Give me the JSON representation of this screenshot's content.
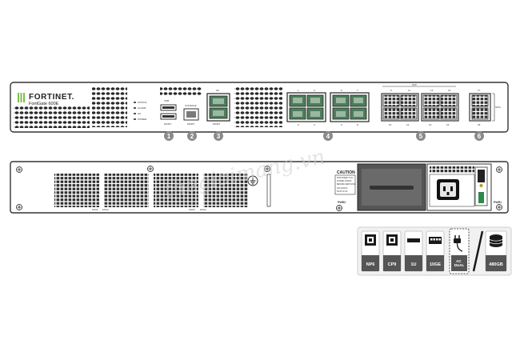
{
  "front": {
    "brand": "FORTINET.",
    "model": "FortiGate 600E",
    "leds": [
      "STATUS",
      "ALARM",
      "HA",
      "POWER"
    ],
    "usb_label": "USB",
    "console_label": "CONSOLE",
    "console_sub": "MGMT",
    "ha_label": "HA",
    "mgmt_label": "MGMT",
    "port_nums_a": [
      "1",
      "3",
      "2",
      "4"
    ],
    "port_nums_b": [
      "5",
      "7",
      "6",
      "8"
    ],
    "sfp_label": "SFP",
    "sfp_nums": [
      "9",
      "11",
      "13",
      "15",
      "10",
      "12",
      "14",
      "16"
    ],
    "sfpplus_nums": [
      "17",
      "18"
    ],
    "sfpplus_label": "SFP+",
    "callouts": [
      "1",
      "2",
      "3",
      "4",
      "5",
      "6"
    ]
  },
  "back": {
    "fans": [
      "FAN1",
      "FAN2",
      "FAN3",
      "FAN4"
    ],
    "caution_title": "CAUTION",
    "caution_text": [
      "DISCONNECT ALL",
      "POWER CORDS",
      "BEFORE SERVICING",
      "100-240VAC",
      "50-60 Hz 5A"
    ],
    "pwr2": "PWR2",
    "pwr1": "PWR1"
  },
  "watermark": "thegioimang.vn",
  "features": [
    {
      "label": "NP6",
      "icon": "chip-icon"
    },
    {
      "label": "CP9",
      "icon": "chip-icon"
    },
    {
      "label": "1U",
      "icon": "rack-1u-icon"
    },
    {
      "label": "10GE",
      "icon": "ethernet-10ge-icon"
    },
    {
      "label": "AC DUAL",
      "icon": "power-plug-icon"
    },
    {
      "label": "480GB",
      "icon": "storage-icon"
    }
  ]
}
